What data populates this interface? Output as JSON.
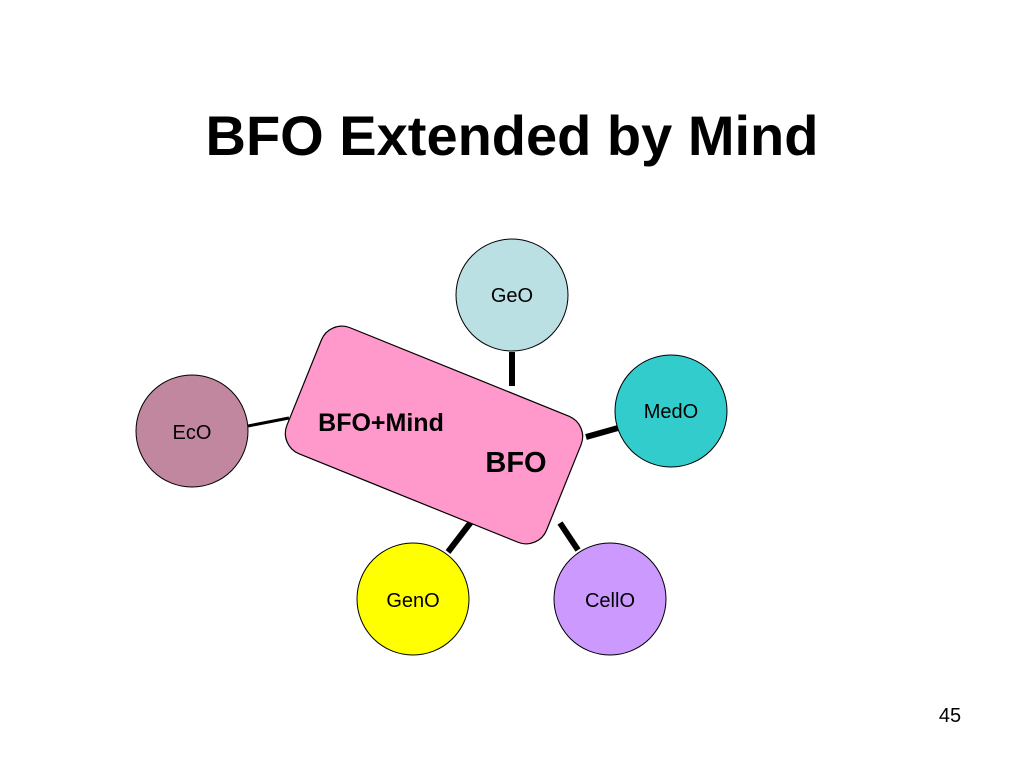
{
  "slide": {
    "title": "BFO Extended by Mind",
    "page_number": "45"
  },
  "hub": {
    "labels": {
      "extension": "BFO+Mind",
      "core": "BFO"
    },
    "fill": "#ff99cc",
    "stroke": "#000000"
  },
  "nodes": [
    {
      "id": "geo",
      "label": "GeO",
      "fill": "#bbe0e3"
    },
    {
      "id": "medo",
      "label": "MedO",
      "fill": "#33cccc"
    },
    {
      "id": "eco",
      "label": "EcO",
      "fill": "#c0879f"
    },
    {
      "id": "geno",
      "label": "GenO",
      "fill": "#ffff00"
    },
    {
      "id": "cello",
      "label": "CellO",
      "fill": "#cc99ff"
    }
  ],
  "connector_color": "#000000"
}
